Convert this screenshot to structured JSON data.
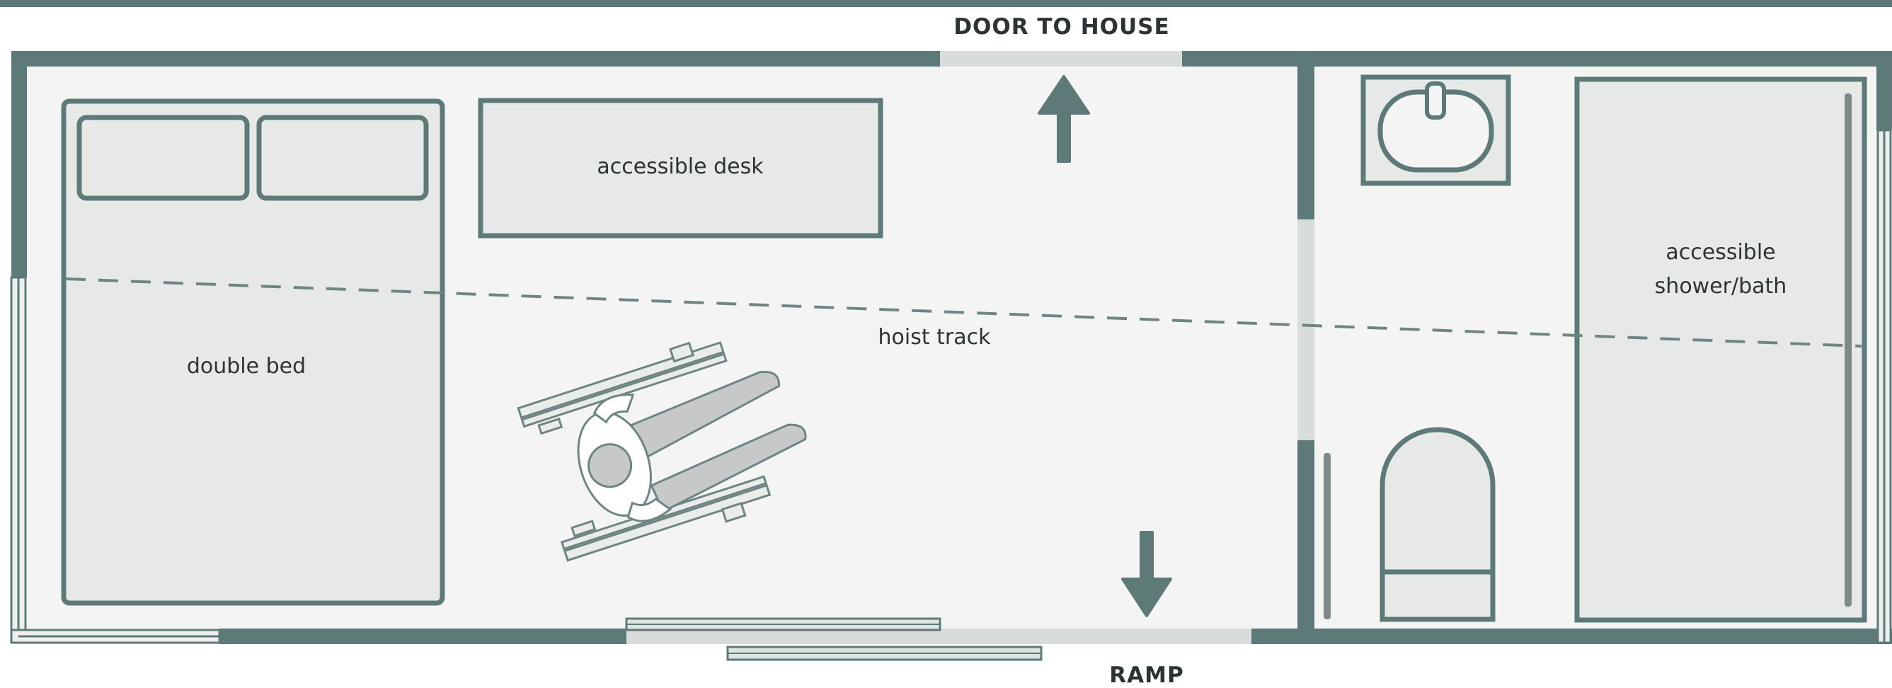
{
  "labels": {
    "door_to_house": "DOOR TO HOUSE",
    "ramp": "RAMP",
    "accessible_desk": "accessible desk",
    "double_bed": "double bed",
    "hoist_track": "hoist track",
    "shower_line1": "accessible",
    "shower_line2": "shower/bath"
  },
  "colors": {
    "wall": "#5e7a78",
    "floor": "#f3f4f3",
    "furniture_fill": "#e6e9e8",
    "door_gap": "#d8dcdb",
    "figure_fill": "#c6c9c8",
    "text": "#2c3333"
  }
}
